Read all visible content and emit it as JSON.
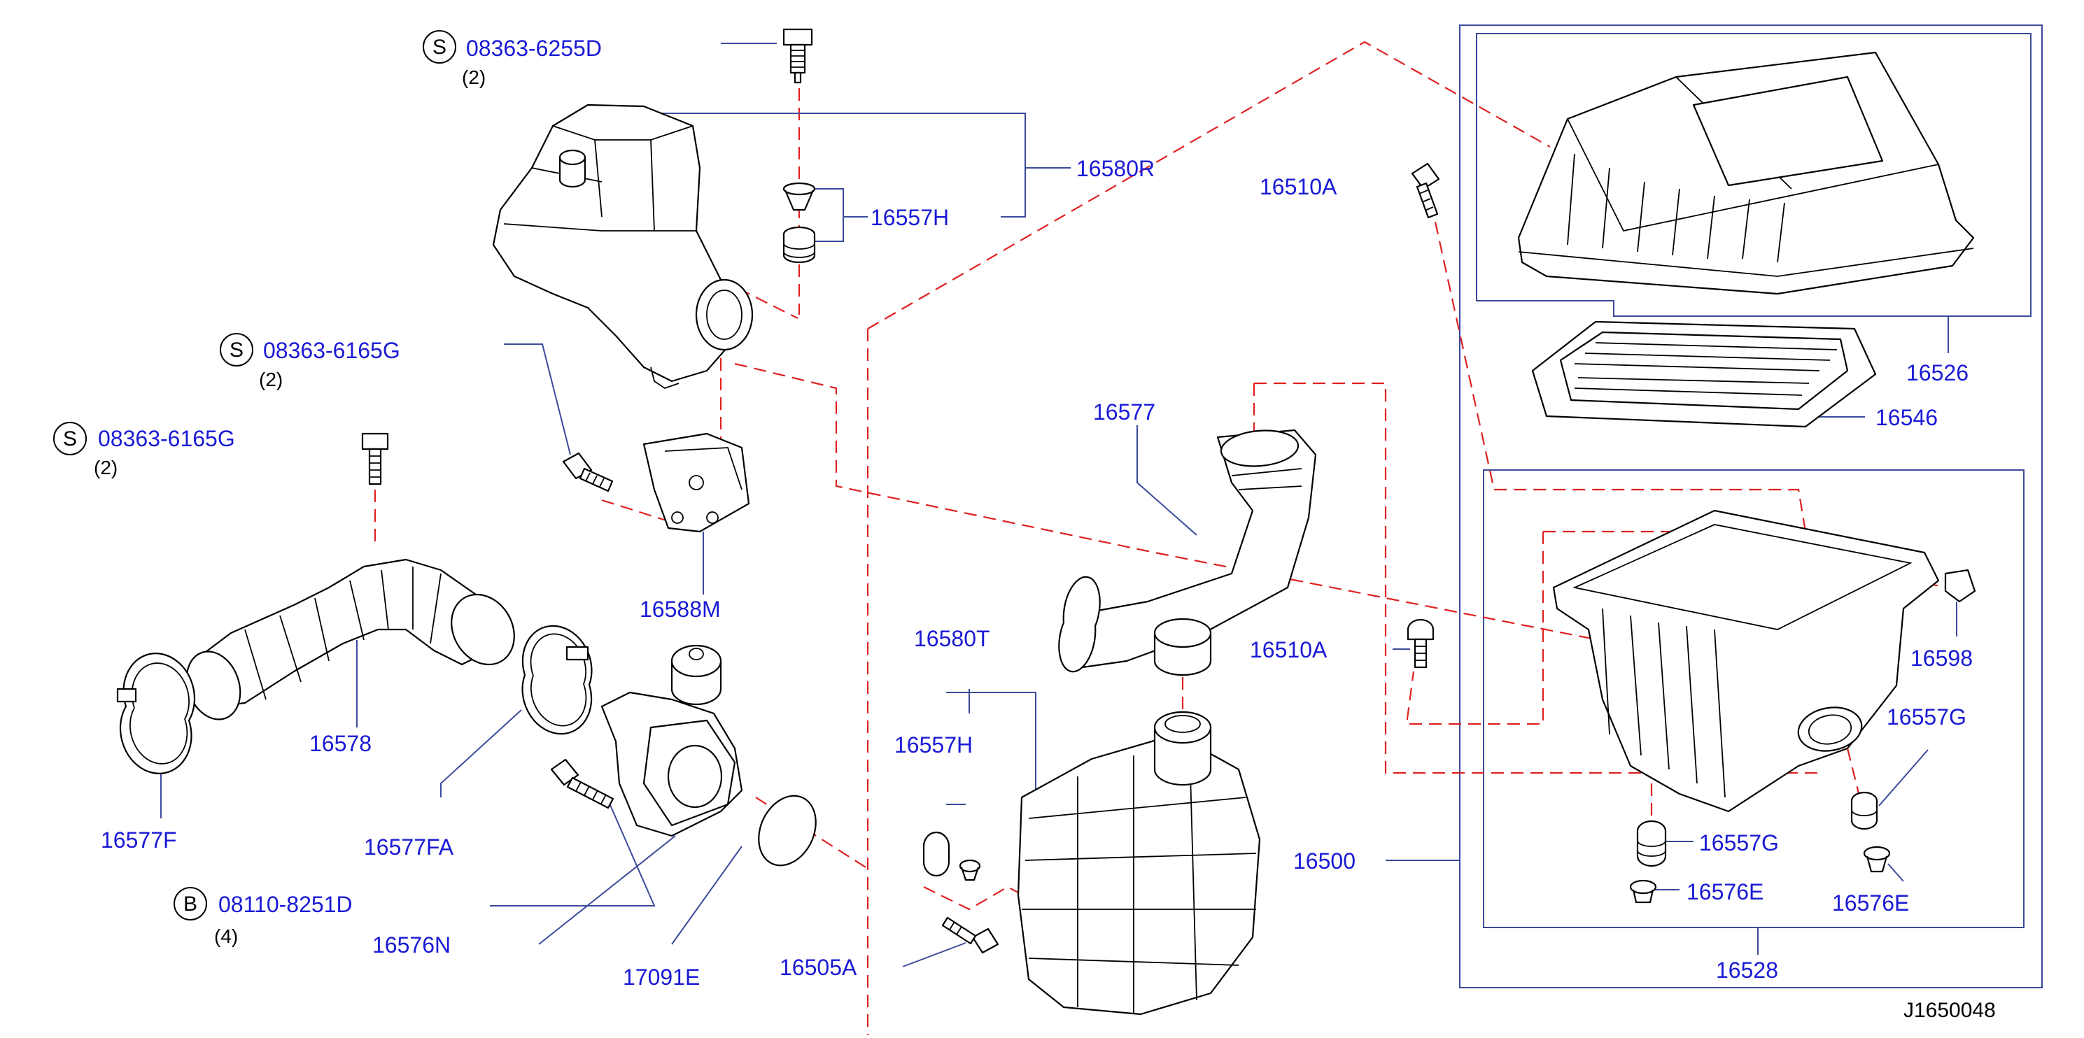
{
  "diagram_code": "J1650048",
  "colors": {
    "label": "#1a1ad6",
    "leader": "#3a4a9a",
    "dashed": "#e02020",
    "part": "#000000"
  },
  "labels": {
    "p_08363_6255D": "08363-6255D",
    "q_08363_6255D": "(2)",
    "p_08363_6165G_a": "08363-6165G",
    "q_08363_6165G_a": "(2)",
    "p_08363_6165G_b": "08363-6165G",
    "q_08363_6165G_b": "(2)",
    "p_08110_8251D": "08110-8251D",
    "q_08110_8251D": "(4)",
    "p_16580R": "16580R",
    "p_16557H_top": "16557H",
    "p_16588M": "16588M",
    "p_16578": "16578",
    "p_16577F": "16577F",
    "p_16577FA": "16577FA",
    "p_16576N": "16576N",
    "p_17091E": "17091E",
    "p_16505A": "16505A",
    "p_16580T": "16580T",
    "p_16557H_mid": "16557H",
    "p_16577": "16577",
    "p_16510A_top": "16510A",
    "p_16510A_mid": "16510A",
    "p_16500": "16500",
    "p_16526": "16526",
    "p_16546": "16546",
    "p_16598": "16598",
    "p_16557G_right": "16557G",
    "p_16557G_low": "16557G",
    "p_16576E_low": "16576E",
    "p_16576E_right": "16576E",
    "p_16528": "16528"
  },
  "markers": {
    "s1": "S",
    "s2": "S",
    "s3": "S",
    "b1": "B"
  }
}
